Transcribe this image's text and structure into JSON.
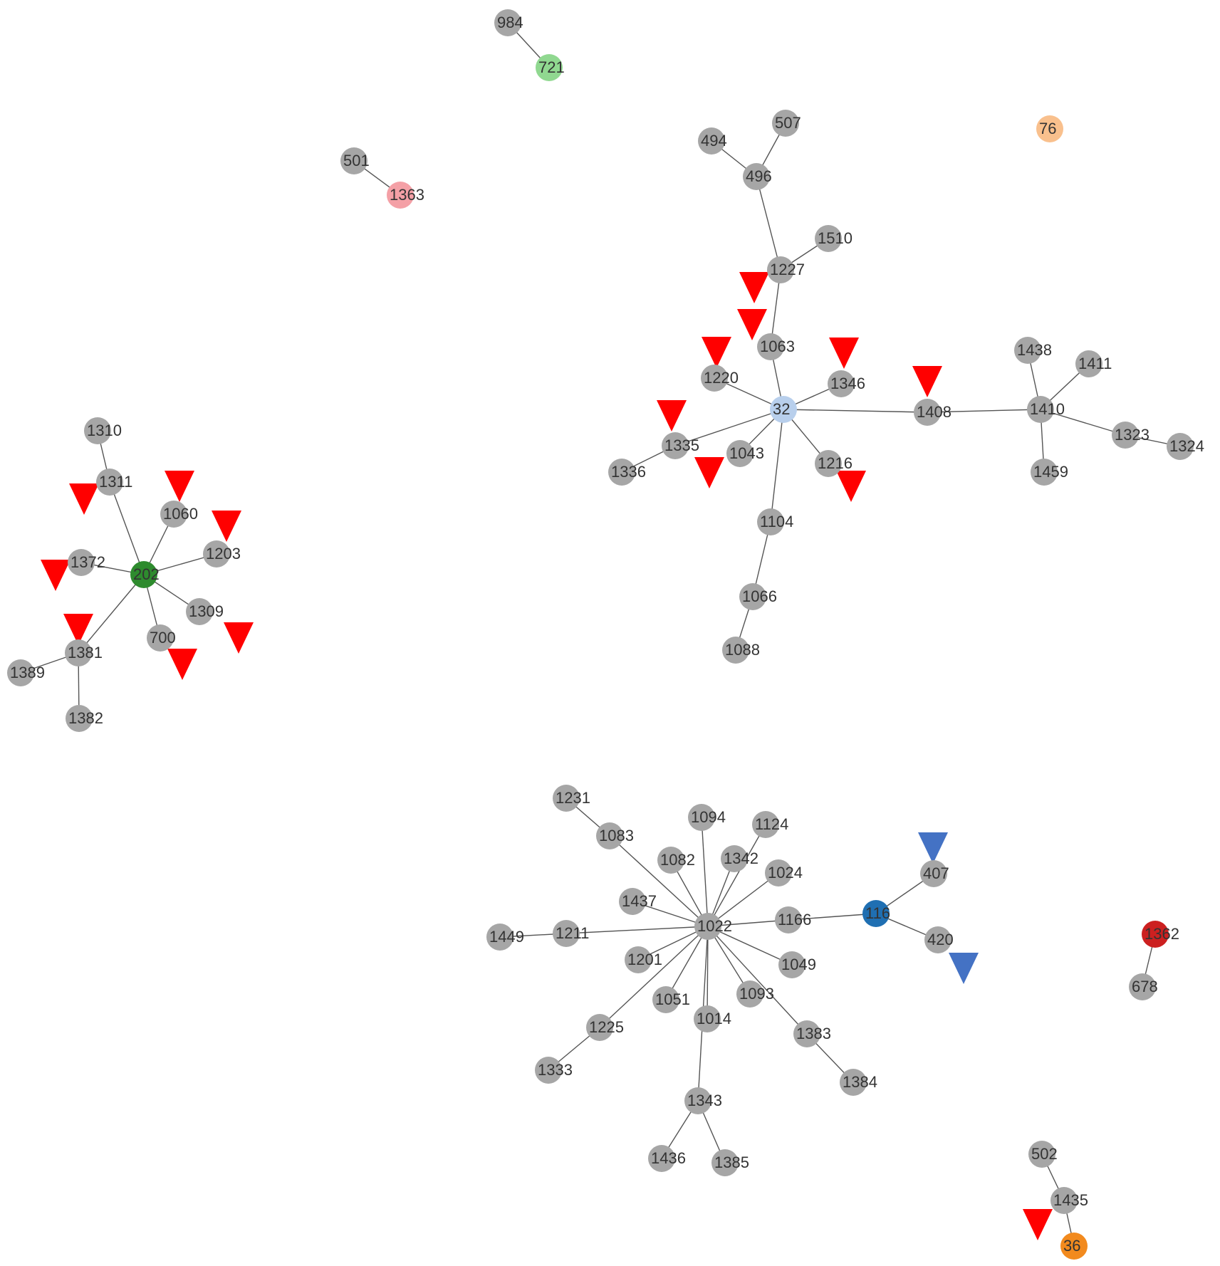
{
  "colors": {
    "default_node": "#a6a6a6",
    "edge": "#555555",
    "marker_red": "#ff0000",
    "marker_blue": "#4472c4",
    "highlight": {
      "721": "#90d890",
      "1363": "#f4a0a6",
      "76": "#f9c08d",
      "32": "#b8cfec",
      "202": "#2e8b2e",
      "116": "#1f6fb2",
      "1362": "#cc2020",
      "36": "#f28a1e"
    }
  },
  "nodes": [
    "984",
    "721",
    "501",
    "1363",
    "76",
    "494",
    "507",
    "496",
    "1510",
    "1227",
    "1063",
    "1220",
    "1346",
    "32",
    "1408",
    "1410",
    "1438",
    "1411",
    "1323",
    "1324",
    "1459",
    "1335",
    "1336",
    "1043",
    "1216",
    "1104",
    "1066",
    "1088",
    "1310",
    "1311",
    "1060",
    "1203",
    "1372",
    "202",
    "1309",
    "700",
    "1381",
    "1389",
    "1382",
    "1231",
    "1083",
    "1094",
    "1124",
    "1082",
    "1342",
    "1024",
    "407",
    "116",
    "1437",
    "1166",
    "1022",
    "1449",
    "1211",
    "420",
    "1362",
    "1201",
    "1049",
    "1051",
    "1093",
    "678",
    "1014",
    "1225",
    "1383",
    "1333",
    "1384",
    "1343",
    "1436",
    "1385",
    "502",
    "1435",
    "36"
  ],
  "edges": [
    [
      "984",
      "721"
    ],
    [
      "501",
      "1363"
    ],
    [
      "494",
      "496"
    ],
    [
      "507",
      "496"
    ],
    [
      "496",
      "1227"
    ],
    [
      "1510",
      "1227"
    ],
    [
      "1227",
      "1063"
    ],
    [
      "1063",
      "32"
    ],
    [
      "1220",
      "32"
    ],
    [
      "1346",
      "32"
    ],
    [
      "1335",
      "32"
    ],
    [
      "1336",
      "1335"
    ],
    [
      "1043",
      "32"
    ],
    [
      "1216",
      "32"
    ],
    [
      "32",
      "1104"
    ],
    [
      "1104",
      "1066"
    ],
    [
      "1066",
      "1088"
    ],
    [
      "32",
      "1408"
    ],
    [
      "1408",
      "1410"
    ],
    [
      "1438",
      "1410"
    ],
    [
      "1411",
      "1410"
    ],
    [
      "1410",
      "1323"
    ],
    [
      "1323",
      "1324"
    ],
    [
      "1410",
      "1459"
    ],
    [
      "1310",
      "1311"
    ],
    [
      "1311",
      "202"
    ],
    [
      "1060",
      "202"
    ],
    [
      "1203",
      "202"
    ],
    [
      "1372",
      "202"
    ],
    [
      "1309",
      "202"
    ],
    [
      "700",
      "202"
    ],
    [
      "1381",
      "202"
    ],
    [
      "1381",
      "1389"
    ],
    [
      "1381",
      "1382"
    ],
    [
      "1231",
      "1083"
    ],
    [
      "1083",
      "1022"
    ],
    [
      "1094",
      "1022"
    ],
    [
      "1124",
      "1022"
    ],
    [
      "1082",
      "1022"
    ],
    [
      "1342",
      "1022"
    ],
    [
      "1024",
      "1022"
    ],
    [
      "1437",
      "1022"
    ],
    [
      "1166",
      "1022"
    ],
    [
      "1211",
      "1022"
    ],
    [
      "1449",
      "1211"
    ],
    [
      "1201",
      "1022"
    ],
    [
      "1049",
      "1022"
    ],
    [
      "1051",
      "1022"
    ],
    [
      "1093",
      "1022"
    ],
    [
      "1014",
      "1022"
    ],
    [
      "1225",
      "1022"
    ],
    [
      "1333",
      "1225"
    ],
    [
      "1383",
      "1022"
    ],
    [
      "1384",
      "1383"
    ],
    [
      "1343",
      "1022"
    ],
    [
      "1436",
      "1343"
    ],
    [
      "1385",
      "1343"
    ],
    [
      "1166",
      "116"
    ],
    [
      "116",
      "407"
    ],
    [
      "116",
      "420"
    ],
    [
      "1362",
      "678"
    ],
    [
      "502",
      "1435"
    ],
    [
      "1435",
      "36"
    ]
  ],
  "markers": [
    {
      "color": "red",
      "near": "1227"
    },
    {
      "color": "red",
      "near": "1063"
    },
    {
      "color": "red",
      "near": "1220"
    },
    {
      "color": "red",
      "near": "1346"
    },
    {
      "color": "red",
      "near": "1408"
    },
    {
      "color": "red",
      "near": "1335"
    },
    {
      "color": "red",
      "near": "1043"
    },
    {
      "color": "red",
      "near": "1216"
    },
    {
      "color": "red",
      "near": "1311"
    },
    {
      "color": "red",
      "near": "1060"
    },
    {
      "color": "red",
      "near": "1203"
    },
    {
      "color": "red",
      "near": "1372"
    },
    {
      "color": "red",
      "near": "1381"
    },
    {
      "color": "red",
      "near": "1309"
    },
    {
      "color": "red",
      "near": "700"
    },
    {
      "color": "red",
      "near": "1435"
    },
    {
      "color": "blue",
      "near": "407"
    },
    {
      "color": "blue",
      "near": "420"
    }
  ]
}
